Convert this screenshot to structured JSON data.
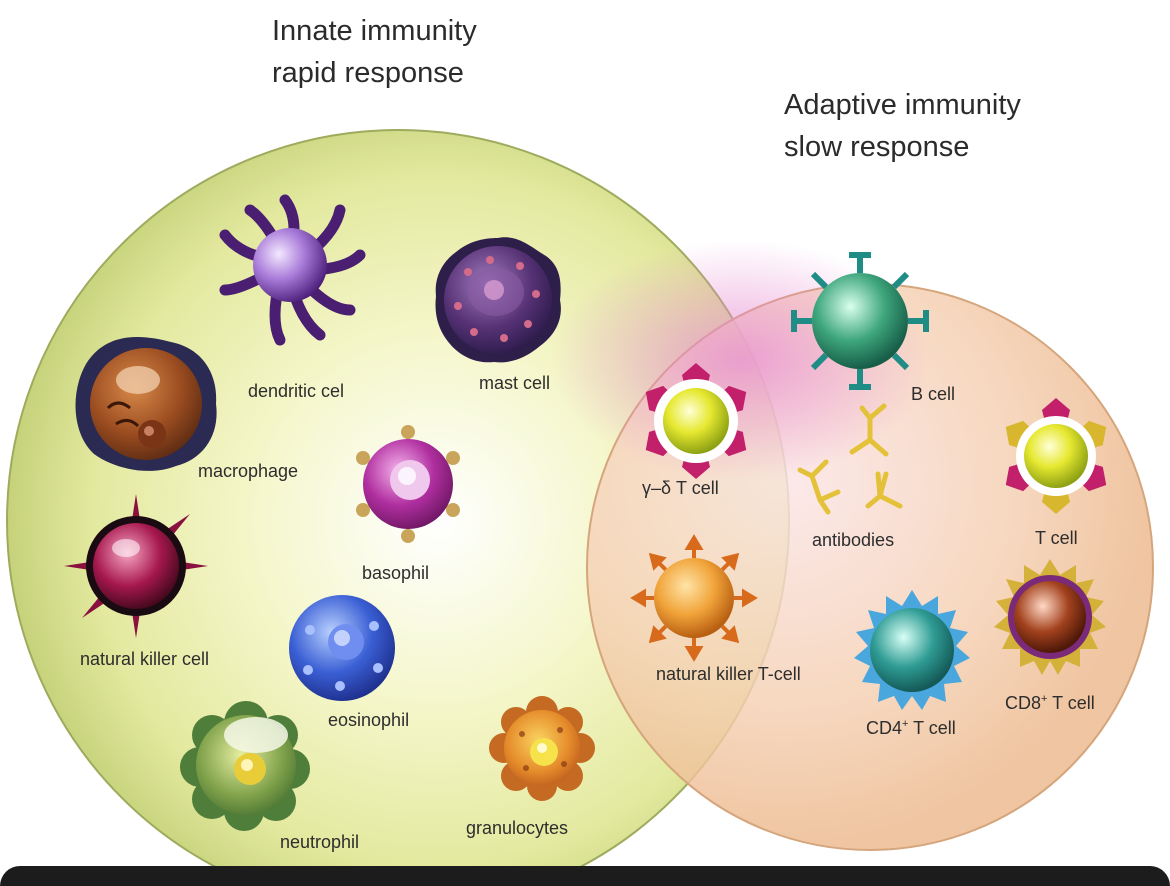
{
  "headings": {
    "innate": {
      "line1": "Innate immunity",
      "line2": "rapid response"
    },
    "adaptive": {
      "line1": "Adaptive immunity",
      "line2": "slow response"
    }
  },
  "cells": {
    "dendritic": "dendritic cel",
    "mast": "mast cell",
    "macrophage": "macrophage",
    "basophil": "basophil",
    "natural_killer": "natural killer cell",
    "eosinophil": "eosinophil",
    "neutrophil": "neutrophil",
    "granulocytes": "granulocytes",
    "gamma_delta": "γ–δ T cell",
    "nkt": "natural killer T-cell",
    "b_cell": "B cell",
    "antibodies": "antibodies",
    "t_cell": "T cell",
    "cd4_prefix": "CD4",
    "cd4_sup": "+",
    "cd4_suffix": " T cell",
    "cd8_prefix": "CD8",
    "cd8_sup": "+",
    "cd8_suffix": " T cell"
  },
  "colors": {
    "innate_circle": "#d8e29a",
    "adaptive_circle": "#f1c9a3",
    "overlap_highlight": "#e9a6d6"
  }
}
